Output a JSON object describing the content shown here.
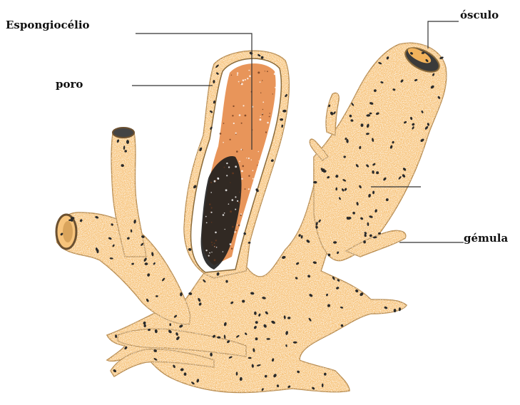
{
  "labels": {
    "espongiocelio": "Espongiocélio",
    "poro": "poro",
    "osculo": "ósculo",
    "gemula": "gémula"
  },
  "colors": {
    "body": "#f7c47c",
    "body_outline": "#b98a4a",
    "spongocoel": "#e8955a",
    "dark_interior": "#1d1d1d",
    "wall_white": "#ffffff",
    "pores": "#2a2a2a",
    "leader": "#333333"
  }
}
